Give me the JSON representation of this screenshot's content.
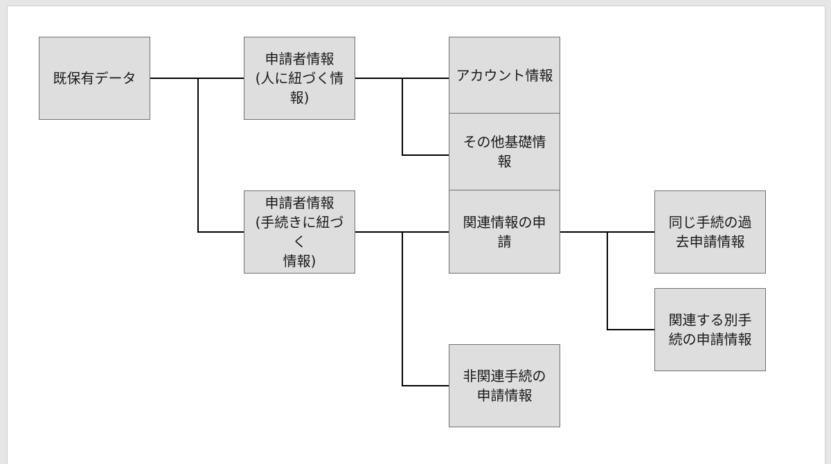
{
  "nodes": {
    "root": "既保有データ",
    "applicant_person": "申請者情報\n(人に紐づく情\n報)",
    "applicant_procedure": "申請者情報\n(手続きに紐づく\n情報)",
    "account": "アカウント情報",
    "other_basic": "その他基礎情\n報",
    "related_application": "関連情報の申\n請",
    "unrelated_procedure": "非関連手続の\n申請情報",
    "same_procedure_past": "同じ手続の過\n去申請情報",
    "related_other_procedure": "関連する別手\n続の申請情報"
  }
}
